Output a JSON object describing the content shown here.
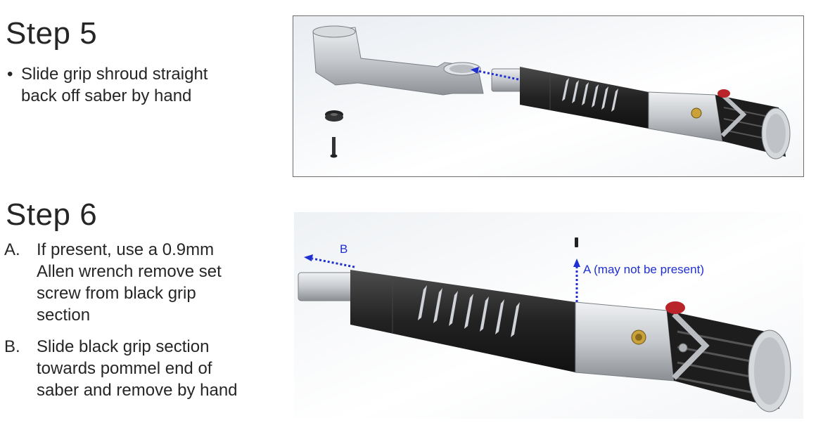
{
  "step5": {
    "title": "Step 5",
    "bullet_symbol": "•",
    "bullet_text": "Slide grip shroud straight back off saber by hand"
  },
  "step6": {
    "title": "Step 6",
    "items": [
      {
        "marker": "A.",
        "text": "If present, use a 0.9mm Allen wrench remove set screw from black grip section"
      },
      {
        "marker": "B.",
        "text": "Slide black grip section towards pommel end of saber and remove by hand"
      }
    ]
  },
  "figure2": {
    "label_b": "B",
    "label_a": "A (may not be present)"
  },
  "colors": {
    "arrow": "#1f2fd1",
    "grip": "#2a2a2a",
    "metal": "#c9ccd0",
    "activator": "#b8242a",
    "brass": "#c9a23a"
  },
  "icons": {
    "arrow_style": "dotted-arrow"
  }
}
